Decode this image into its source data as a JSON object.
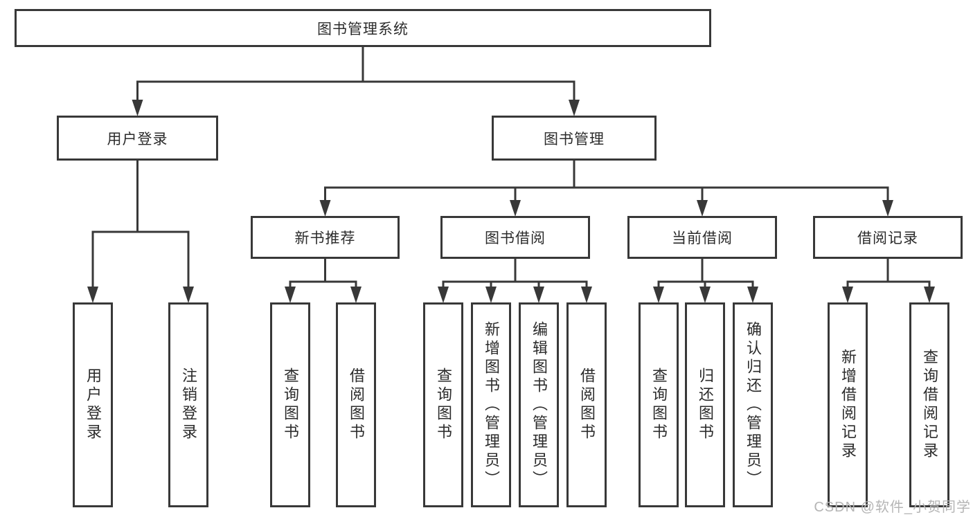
{
  "diagram": {
    "watermark": "CSDN @软件_小贺同学",
    "colors": {
      "line": "#383838",
      "box_border": "#383838",
      "text": "#2b2b2b",
      "background": "#ffffff",
      "watermark": "#b5b5b5"
    }
  },
  "nodes": [
    {
      "id": "root",
      "label": "图书管理系统",
      "parent": null
    },
    {
      "id": "user-login",
      "label": "用户登录",
      "parent": "root"
    },
    {
      "id": "book-mgmt",
      "label": "图书管理",
      "parent": "root"
    },
    {
      "id": "new-book-rec",
      "label": "新书推荐",
      "parent": "book-mgmt"
    },
    {
      "id": "book-borrow",
      "label": "图书借阅",
      "parent": "book-mgmt"
    },
    {
      "id": "current-borrow",
      "label": "当前借阅",
      "parent": "book-mgmt"
    },
    {
      "id": "borrow-records",
      "label": "借阅记录",
      "parent": "book-mgmt"
    },
    {
      "id": "user-login-action",
      "label": "用户登录",
      "parent": "user-login"
    },
    {
      "id": "logout-action",
      "label": "注销登录",
      "parent": "user-login"
    },
    {
      "id": "query-book-rec",
      "label": "查询图书",
      "parent": "new-book-rec"
    },
    {
      "id": "borrow-book-rec",
      "label": "借阅图书",
      "parent": "new-book-rec"
    },
    {
      "id": "query-book-borrow",
      "label": "查询图书",
      "parent": "book-borrow"
    },
    {
      "id": "add-book",
      "label": "新增图书（管理员）",
      "parent": "book-borrow"
    },
    {
      "id": "edit-book",
      "label": "编辑图书（管理员）",
      "parent": "book-borrow"
    },
    {
      "id": "borrow-book",
      "label": "借阅图书",
      "parent": "book-borrow"
    },
    {
      "id": "query-book-current",
      "label": "查询图书",
      "parent": "current-borrow"
    },
    {
      "id": "return-book",
      "label": "归还图书",
      "parent": "current-borrow"
    },
    {
      "id": "confirm-return",
      "label": "确认归还（管理员）",
      "parent": "current-borrow"
    },
    {
      "id": "add-borrow-record",
      "label": "新增借阅记录",
      "parent": "borrow-records"
    },
    {
      "id": "query-borrow-record",
      "label": "查询借阅记录",
      "parent": "borrow-records"
    }
  ]
}
